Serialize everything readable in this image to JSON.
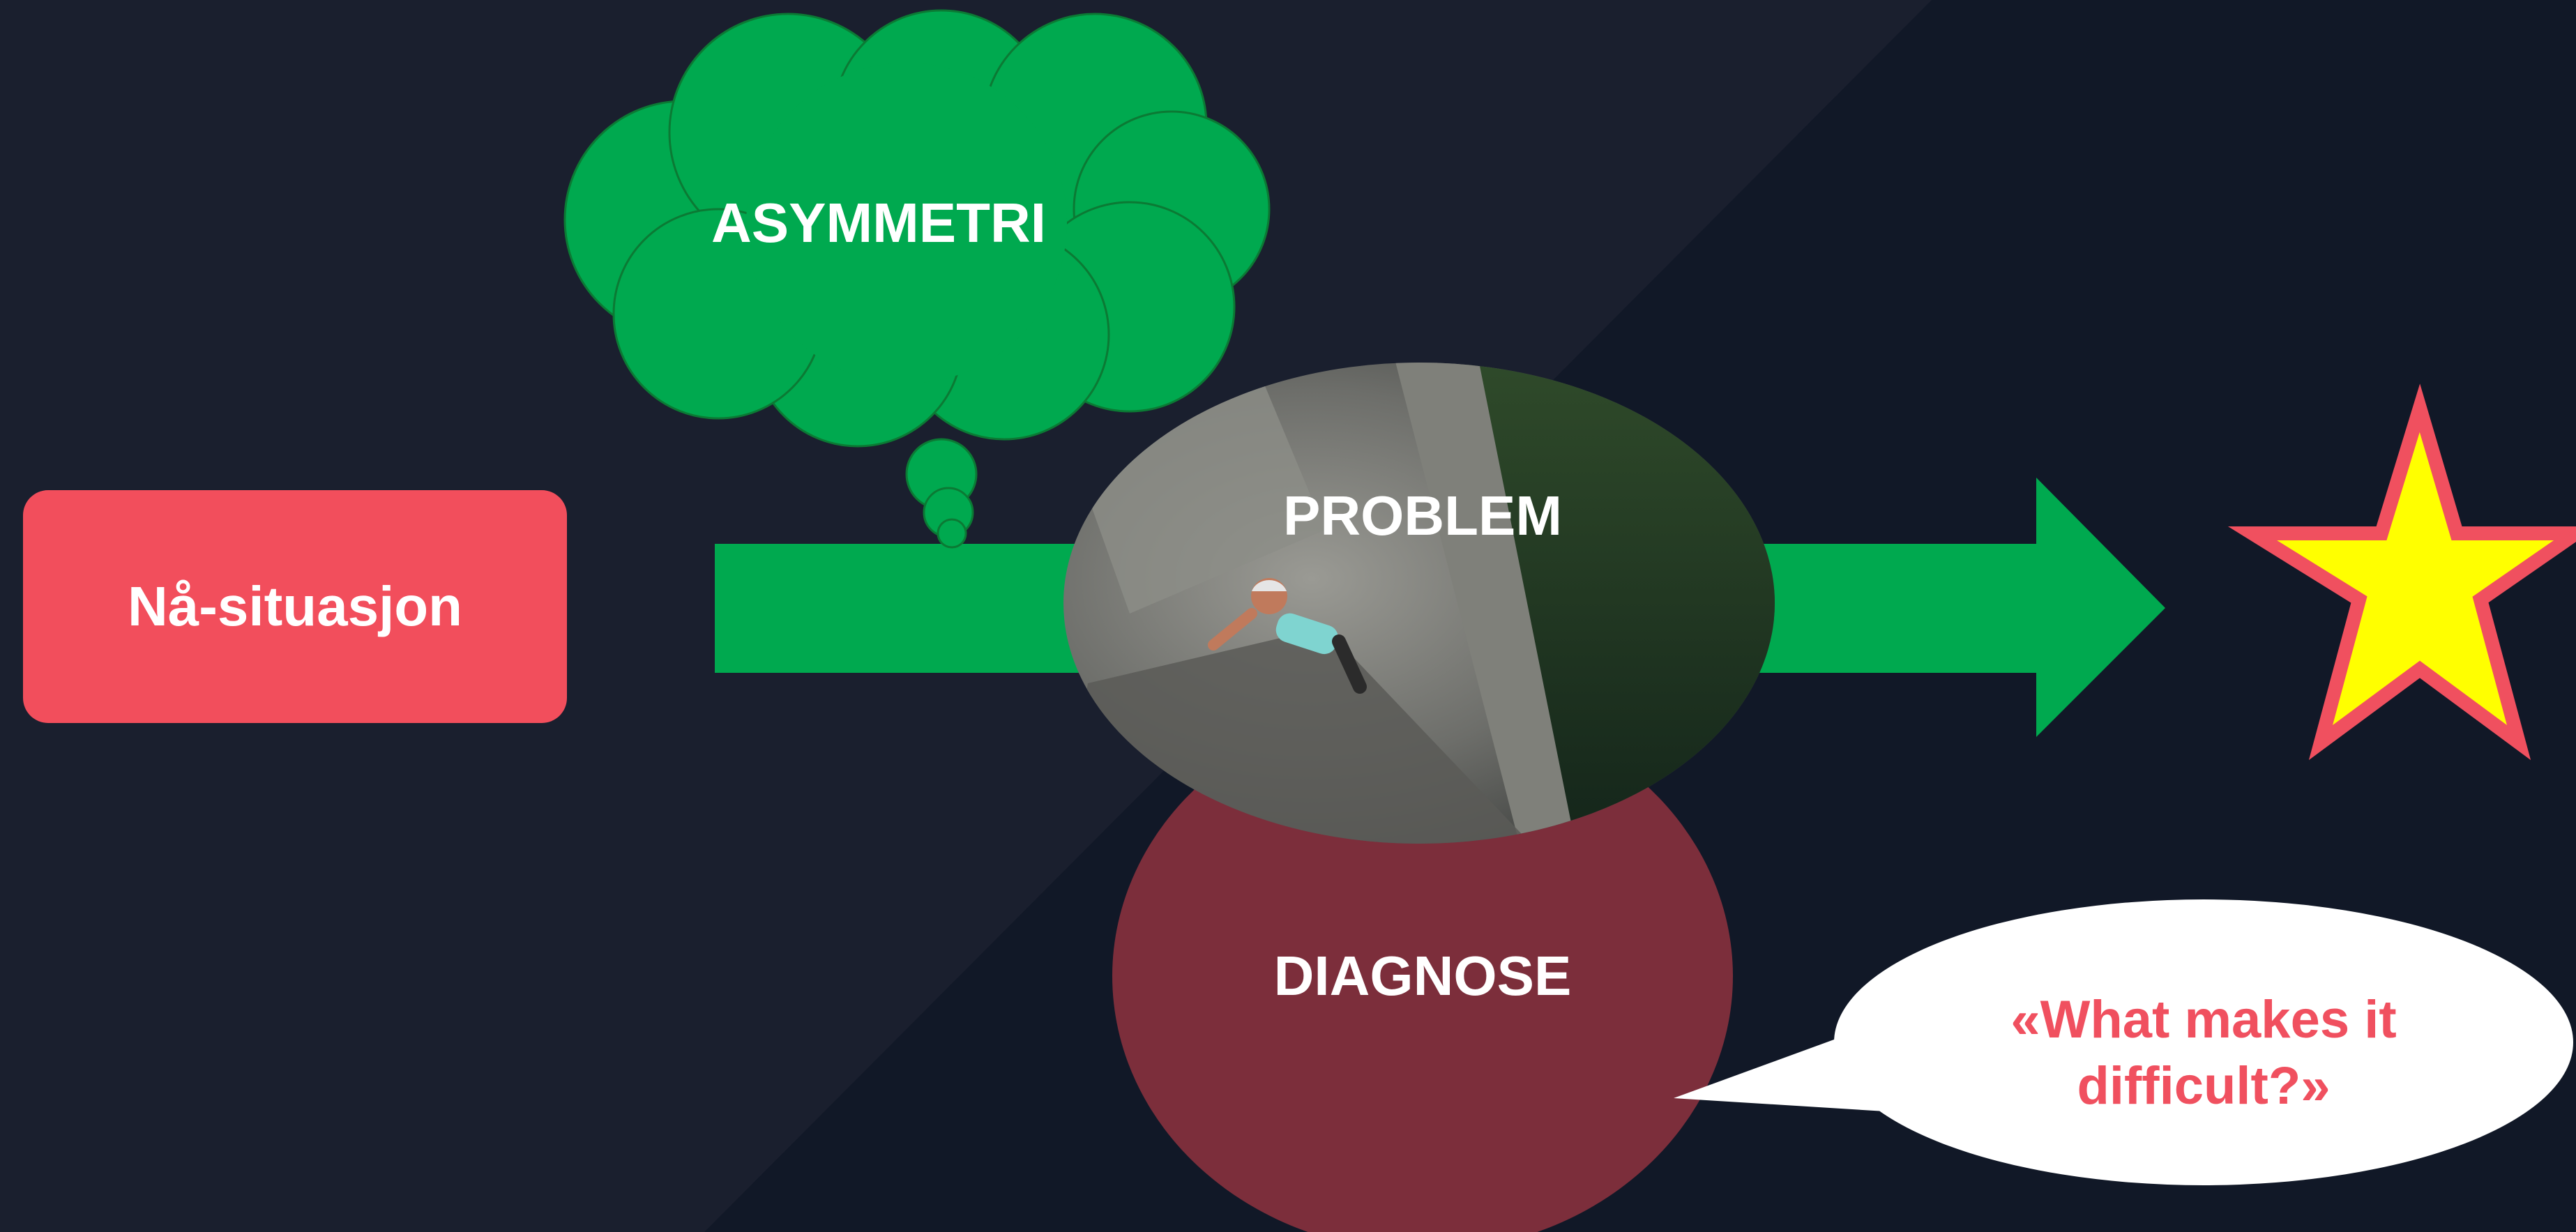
{
  "colors": {
    "background": "#1a1f2e",
    "background_dark": "#111827",
    "status_box": "#f24e5c",
    "arrow": "#00a94f",
    "cloud": "#00a94f",
    "diagnose": "#7c2e3b",
    "star_fill": "#ffff00",
    "star_stroke": "#f0505f",
    "quote_text": "#f0505f"
  },
  "nodes": {
    "current_state": "Nå-situasjon",
    "thought": "ASYMMETRI",
    "problem": "PROBLEM",
    "diagnose": "DIAGNOSE",
    "quote": "«What makes it\ndifficult?»"
  },
  "image": {
    "subject": "climber-on-rock-wall-photo"
  },
  "icons": {
    "goal": "star-icon",
    "flow": "arrow-right-icon",
    "thought_bubble": "cloud-icon",
    "speech_bubble": "speech-bubble-icon"
  }
}
